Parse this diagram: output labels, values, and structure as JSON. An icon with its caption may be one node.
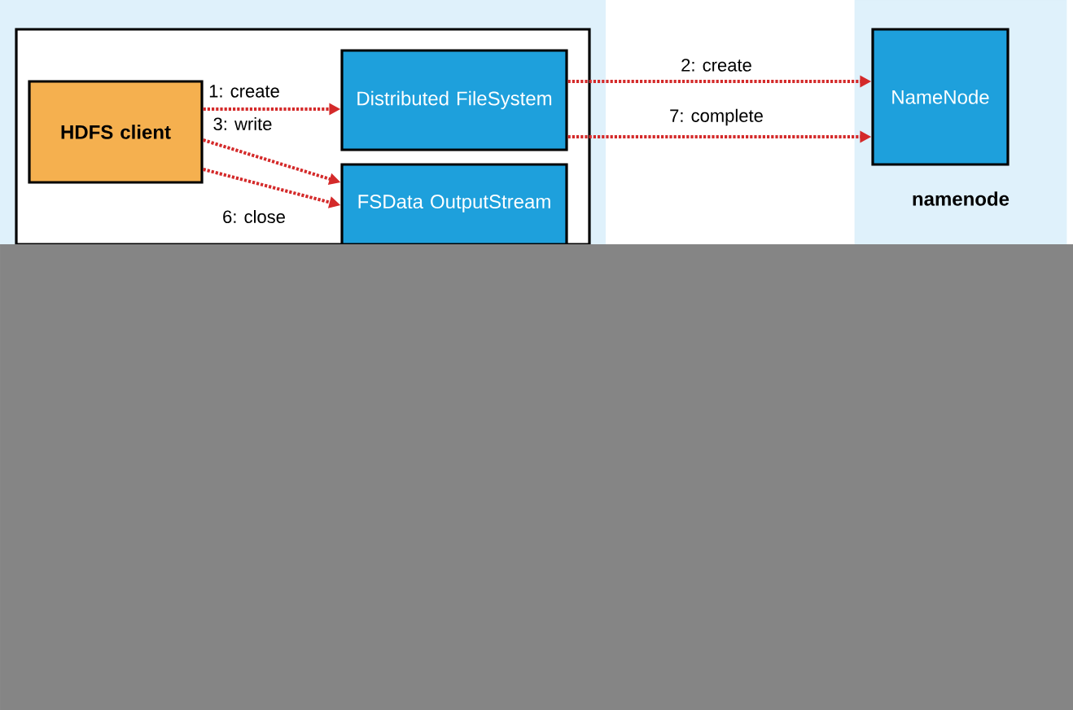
{
  "diagram": {
    "nodes": [
      {
        "text": [],
        "shape": "box"
      },
      {
        "text": [
          "HDFS client"
        ],
        "in": 0
      },
      {
        "text": [
          "Distributed FileSystem"
        ],
        "in": 0
      },
      {
        "text": [
          "FSData OutputStream"
        ],
        "in": 0
      },
      {
        "text": [
          "namenode"
        ]
      },
      {
        "text": [
          "NameNode"
        ],
        "in": 4
      }
    ],
    "edges": [
      {
        "from": 1,
        "to": 2,
        "arrow": "to",
        "label": "1: create",
        "style": "dashed"
      },
      {
        "from": 1,
        "to": 3,
        "arrow": "to",
        "label": "3: write",
        "style": "dashed"
      },
      {
        "from": 1,
        "to": 3,
        "arrow": "to",
        "label": "6: close",
        "style": "dashed"
      },
      {
        "from": 2,
        "to": 5,
        "arrow": "to",
        "label": "2: create",
        "style": "dashed"
      },
      {
        "from": 2,
        "to": 5,
        "arrow": "to",
        "label": "7: complete",
        "style": "dashed"
      }
    ]
  }
}
